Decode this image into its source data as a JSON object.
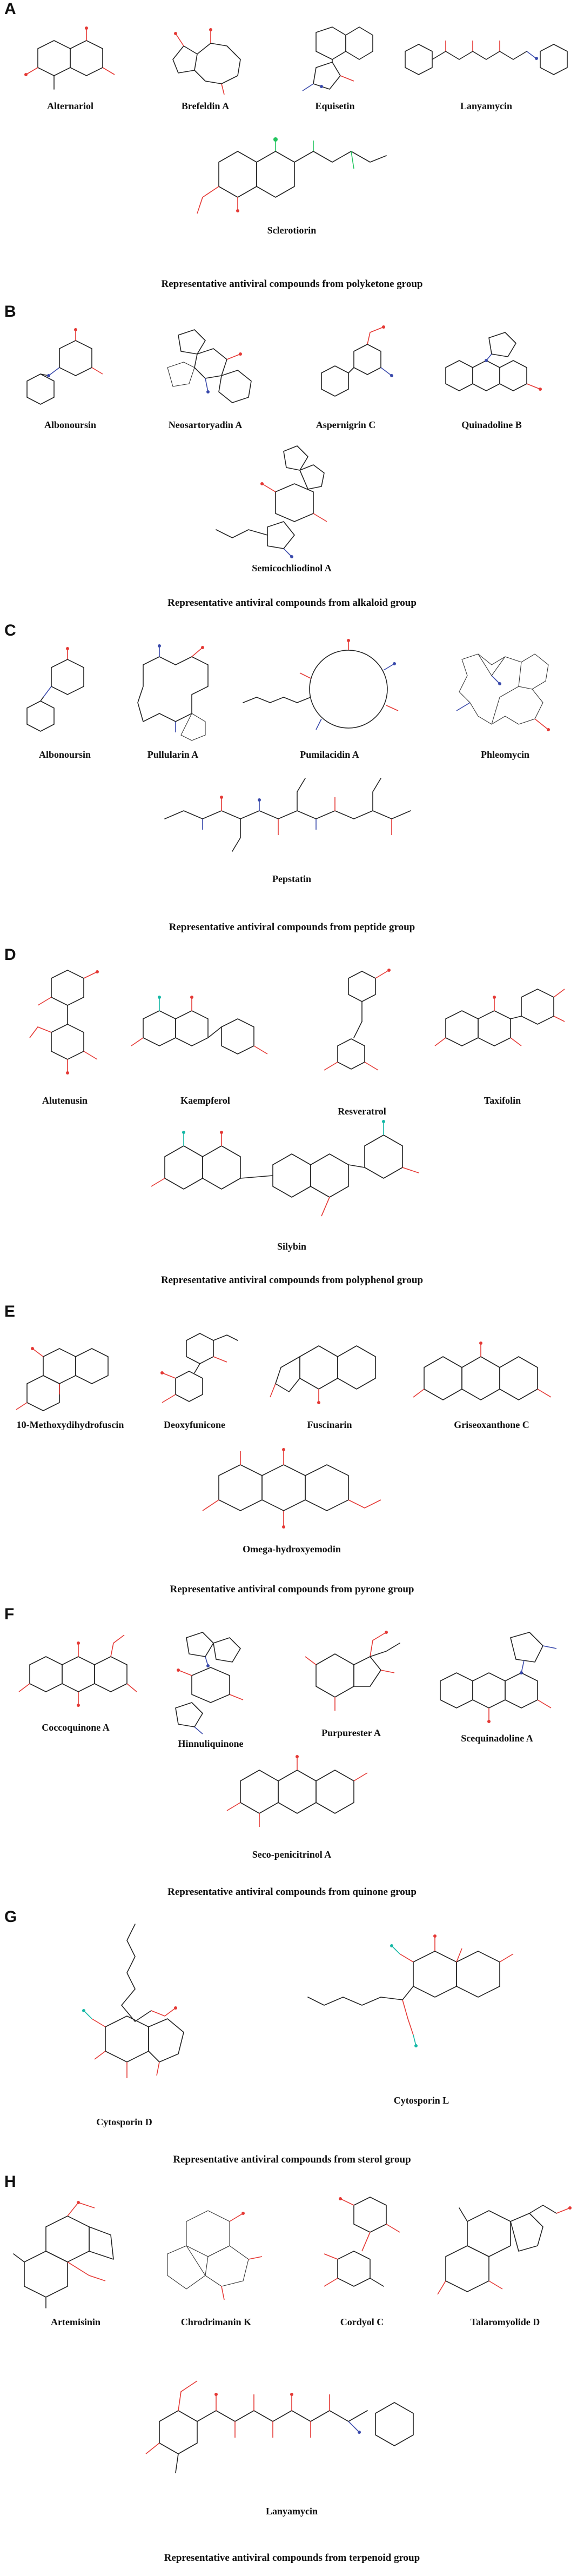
{
  "panels": [
    {
      "letter": "A",
      "caption": "Representative antiviral compounds from polyketone group",
      "compounds": [
        "Alternariol",
        "Brefeldin A",
        "Equisetin",
        "Lanyamycin",
        "Sclerotiorin"
      ]
    },
    {
      "letter": "B",
      "caption": "Representative antiviral compounds from alkaloid group",
      "compounds": [
        "Albonoursin",
        "Neosartoryadin A",
        "Aspernigrin C",
        "Quinadoline B",
        "Semicochliodinol A"
      ]
    },
    {
      "letter": "C",
      "caption": "Representative antiviral compounds from peptide group",
      "compounds": [
        "Albonoursin",
        "Pullularin A",
        "Pumilacidin A",
        "Phleomycin",
        "Pepstatin"
      ]
    },
    {
      "letter": "D",
      "caption": "Representative antiviral compounds from polyphenol group",
      "compounds": [
        "Alutenusin",
        "Kaempferol",
        "Resveratrol",
        "Taxifolin",
        "Silybin"
      ]
    },
    {
      "letter": "E",
      "caption": "Representative antiviral compounds from pyrone group",
      "compounds": [
        "10-Methoxydihydrofuscin",
        "Deoxyfunicone",
        "Fuscinarin",
        "Griseoxanthone C",
        "Omega-hydroxyemodin"
      ]
    },
    {
      "letter": "F",
      "caption": "Representative antiviral compounds from quinone group",
      "compounds": [
        "Coccoquinone A",
        "Hinnuliquinone",
        "Purpurester A",
        "Scequinadoline A",
        "Seco-penicitrinol A"
      ]
    },
    {
      "letter": "G",
      "caption": "Representative antiviral compounds from sterol group",
      "compounds": [
        "Cytosporin D",
        "Cytosporin L"
      ]
    },
    {
      "letter": "H",
      "caption": "Representative antiviral compounds from terpenoid group",
      "compounds": [
        "Artemisinin",
        "Chrodrimanin K",
        "Cordyol C",
        "Talaromyolide D",
        "Lanyamycin"
      ]
    }
  ],
  "colors": {
    "bond": "#222222",
    "oxygen": "#e53935",
    "nitrogen": "#3949ab",
    "chlorine": "#22c55e",
    "hydrogen": "#14b8a6"
  }
}
